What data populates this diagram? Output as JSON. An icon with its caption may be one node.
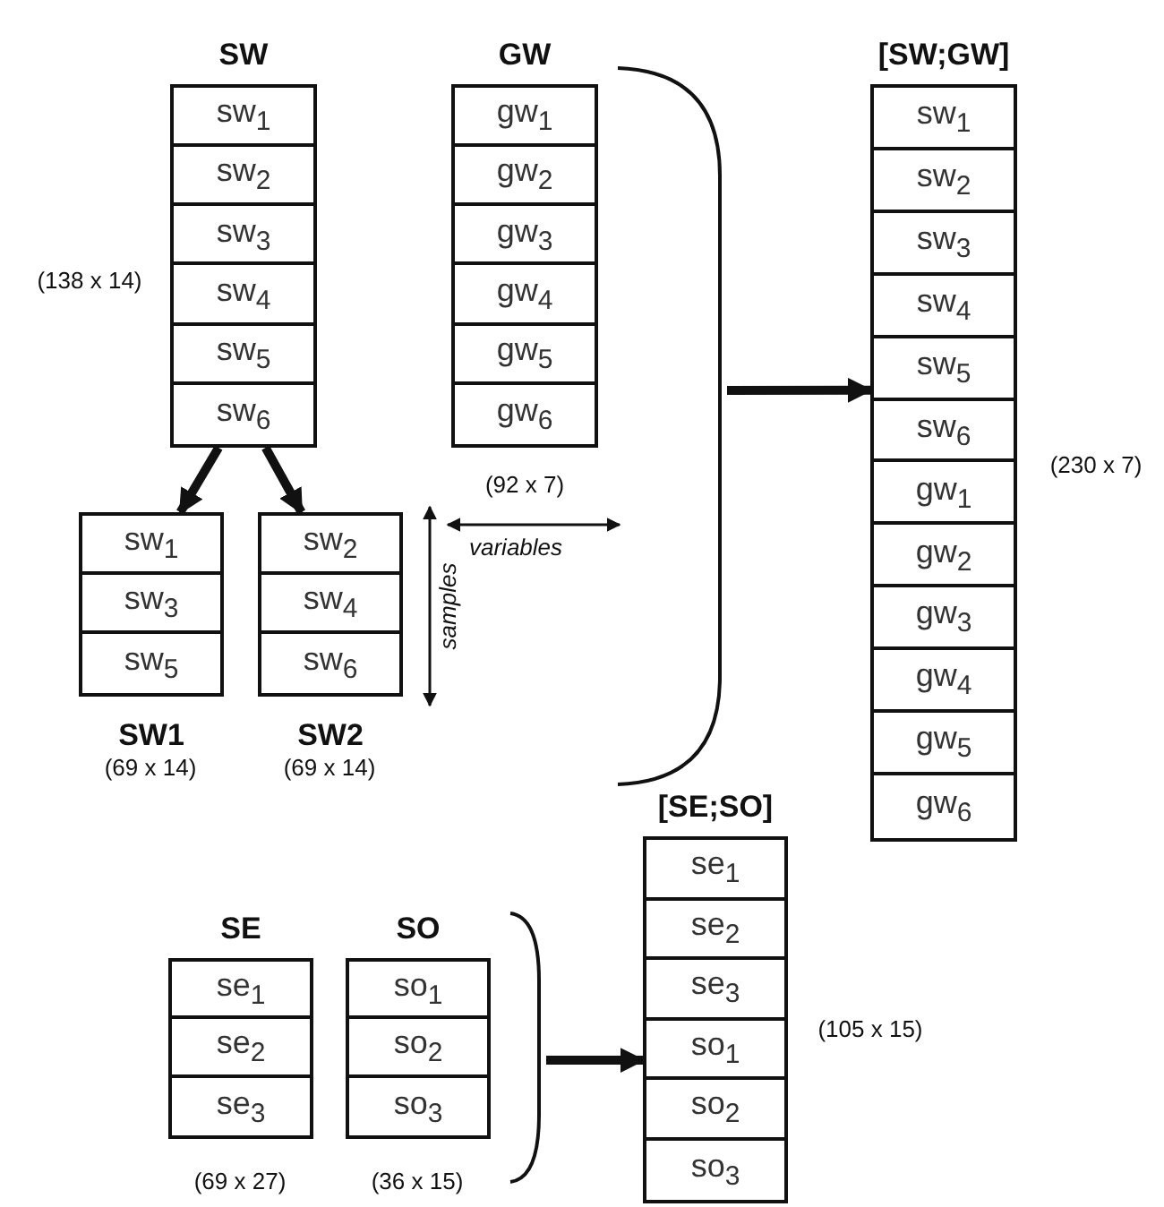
{
  "diagram": {
    "nodes": [
      {
        "text": [
          "SW"
        ],
        "beside": [
          "(138 x 14)"
        ]
      },
      {
        "text": [
          "sw$_{1}$"
        ],
        "in": 0
      },
      {
        "text": [
          "sw$_{2}$"
        ],
        "in": 0
      },
      {
        "text": [
          "sw$_{3}$"
        ],
        "in": 0
      },
      {
        "text": [
          "sw$_{4}$"
        ],
        "in": 0
      },
      {
        "text": [
          "sw$_{5}$"
        ],
        "in": 0
      },
      {
        "text": [
          "sw$_{6}$"
        ],
        "in": 0
      },
      {
        "text": [
          "GW"
        ],
        "beside": [
          "(92 x 7)"
        ]
      },
      {
        "text": [
          "gw$_{1}$"
        ],
        "in": 7
      },
      {
        "text": [
          "gw$_{2}$"
        ],
        "in": 7
      },
      {
        "text": [
          "gw$_{3}$"
        ],
        "in": 7
      },
      {
        "text": [
          "gw$_{4}$"
        ],
        "in": 7
      },
      {
        "text": [
          "gw$_{5}$"
        ],
        "in": 7
      },
      {
        "text": [
          "gw$_{6}$"
        ],
        "in": 7
      },
      {
        "text": [
          "SW1"
        ],
        "beside": [
          "(69 x 14)"
        ]
      },
      {
        "text": [
          "sw$_{1}$"
        ],
        "in": 14
      },
      {
        "text": [
          "sw$_{3}$"
        ],
        "in": 14
      },
      {
        "text": [
          "sw$_{5}$"
        ],
        "in": 14
      },
      {
        "text": [
          "SW2"
        ],
        "beside": [
          "(69 x 14)"
        ]
      },
      {
        "text": [
          "sw$_{2}$"
        ],
        "in": 18
      },
      {
        "text": [
          "sw$_{4}$"
        ],
        "in": 18
      },
      {
        "text": [
          "sw$_{6}$"
        ],
        "in": 18
      },
      {
        "text": [
          "[SW;GW]"
        ],
        "beside": [
          "(230 x 7)"
        ]
      },
      {
        "text": [
          "sw$_{1}$"
        ],
        "in": 22
      },
      {
        "text": [
          "sw$_{2}$"
        ],
        "in": 22
      },
      {
        "text": [
          "sw$_{3}$"
        ],
        "in": 22
      },
      {
        "text": [
          "sw$_{4}$"
        ],
        "in": 22
      },
      {
        "text": [
          "sw$_{5}$"
        ],
        "in": 22
      },
      {
        "text": [
          "sw$_{6}$"
        ],
        "in": 22
      },
      {
        "text": [
          "gw$_{1}$"
        ],
        "in": 22
      },
      {
        "text": [
          "gw$_{2}$"
        ],
        "in": 22
      },
      {
        "text": [
          "gw$_{3}$"
        ],
        "in": 22
      },
      {
        "text": [
          "gw$_{4}$"
        ],
        "in": 22
      },
      {
        "text": [
          "gw$_{5}$"
        ],
        "in": 22
      },
      {
        "text": [
          "gw$_{6}$"
        ],
        "in": 22
      },
      {
        "text": [
          "SE"
        ],
        "beside": [
          "(69 x 27)"
        ]
      },
      {
        "text": [
          "se$_{1}$"
        ],
        "in": 35
      },
      {
        "text": [
          "se$_{2}$"
        ],
        "in": 35
      },
      {
        "text": [
          "se$_{3}$"
        ],
        "in": 35
      },
      {
        "text": [
          "SO"
        ],
        "beside": [
          "(36 x 15)"
        ]
      },
      {
        "text": [
          "so$_{1}$"
        ],
        "in": 39
      },
      {
        "text": [
          "so$_{2}$"
        ],
        "in": 39
      },
      {
        "text": [
          "so$_{3}$"
        ],
        "in": 39
      },
      {
        "text": [
          "[SE;SO]"
        ],
        "beside": [
          "(105 x 15)"
        ]
      },
      {
        "text": [
          "se$_{1}$"
        ],
        "in": 43
      },
      {
        "text": [
          "se$_{2}$"
        ],
        "in": 43
      },
      {
        "text": [
          "se$_{3}$"
        ],
        "in": 43
      },
      {
        "text": [
          "so$_{1}$"
        ],
        "in": 43
      },
      {
        "text": [
          "so$_{2}$"
        ],
        "in": 43
      },
      {
        "text": [
          "so$_{3}$"
        ],
        "in": 43
      },
      {
        "text": [],
        "shape": "bracket"
      },
      {
        "text": [],
        "shape": "bracket"
      }
    ],
    "edges": [
      {
        "from": 0,
        "to": 14,
        "arrow": "to"
      },
      {
        "from": 0,
        "to": 18,
        "arrow": "to"
      },
      {
        "from": 50,
        "to": 22,
        "arrow": "to"
      },
      {
        "from": 51,
        "to": 43,
        "arrow": "to"
      }
    ],
    "labels": [
      "variables",
      "samples"
    ]
  }
}
